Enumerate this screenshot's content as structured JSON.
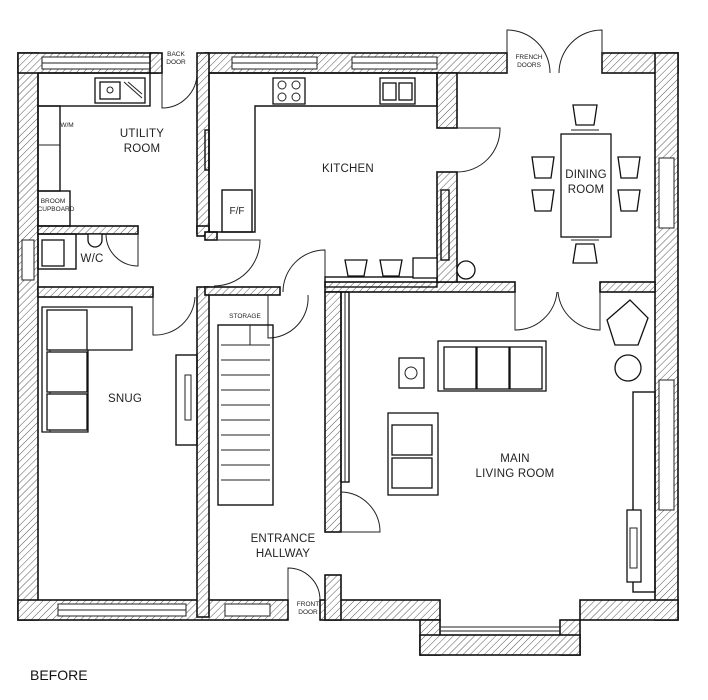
{
  "caption": "BEFORE",
  "rooms": {
    "utility": [
      "UTILITY",
      "ROOM"
    ],
    "kitchen": "KITCHEN",
    "dining": [
      "DINING",
      "ROOM"
    ],
    "snug": "SNUG",
    "wc": "W/C",
    "storage": "STORAGE",
    "hallway": [
      "ENTRANCE",
      "HALLWAY"
    ],
    "living": [
      "MAIN",
      "LIVING ROOM"
    ]
  },
  "labels": {
    "back_door": [
      "BACK",
      "DOOR"
    ],
    "french_doors": [
      "FRENCH",
      "DOORS"
    ],
    "front_door": [
      "FRONT",
      "DOOR"
    ],
    "wm": "W/M",
    "broom_cupboard": [
      "BROOM",
      "CUPBOARD"
    ],
    "ff": "F/F"
  }
}
